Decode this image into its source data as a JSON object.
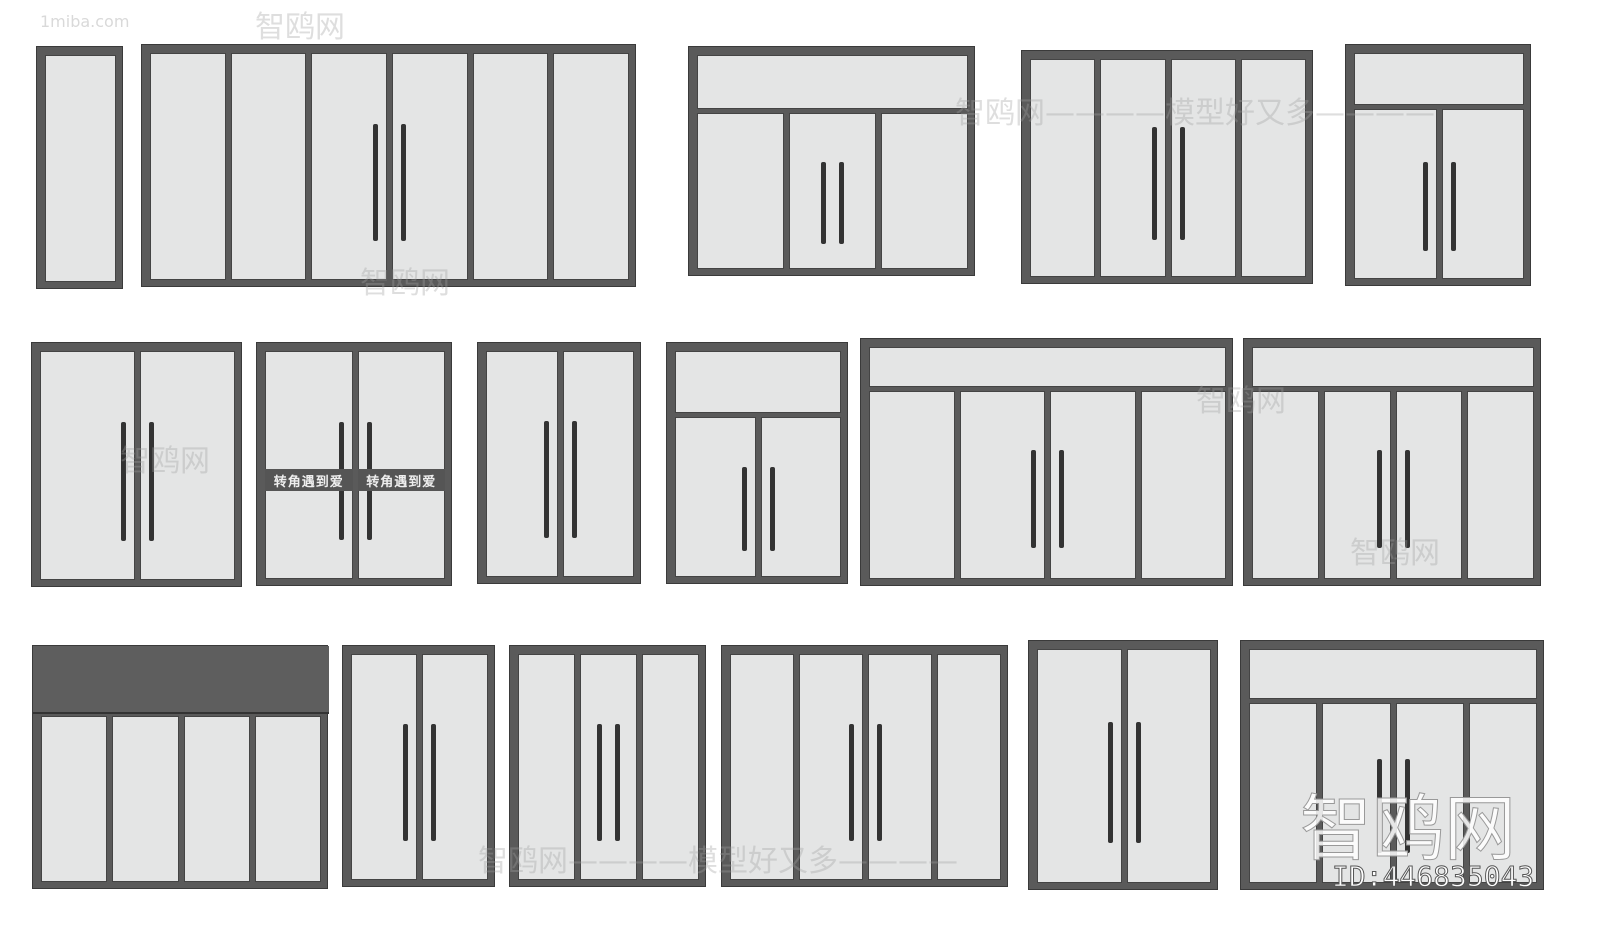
{
  "watermarks": {
    "site": "1miba.com",
    "brand": "智鸥网",
    "slogan": "智鸥网————模型好又多————",
    "big_brand": "智鸥网",
    "id_label": "ID:446835043"
  },
  "door_signs": [
    "转角遇到爱",
    "转角遇到爱"
  ],
  "colors": {
    "frame": "#5a5a5a",
    "glass": "#e4e5e5",
    "background": "#ffffff"
  }
}
